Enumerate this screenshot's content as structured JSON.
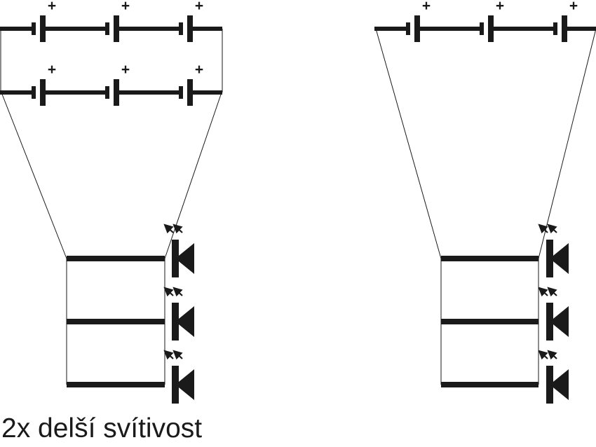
{
  "colors": {
    "stroke": "#1a1a1a",
    "background": "#ffffff"
  },
  "circuits": [
    {
      "name": "left",
      "battery_rows": 2,
      "cells_per_row": 3,
      "leds": 3
    },
    {
      "name": "right",
      "battery_rows": 1,
      "cells_per_row": 3,
      "leds": 3
    }
  ],
  "symbols": {
    "plus": "+"
  },
  "caption": "2x delší svítivost"
}
